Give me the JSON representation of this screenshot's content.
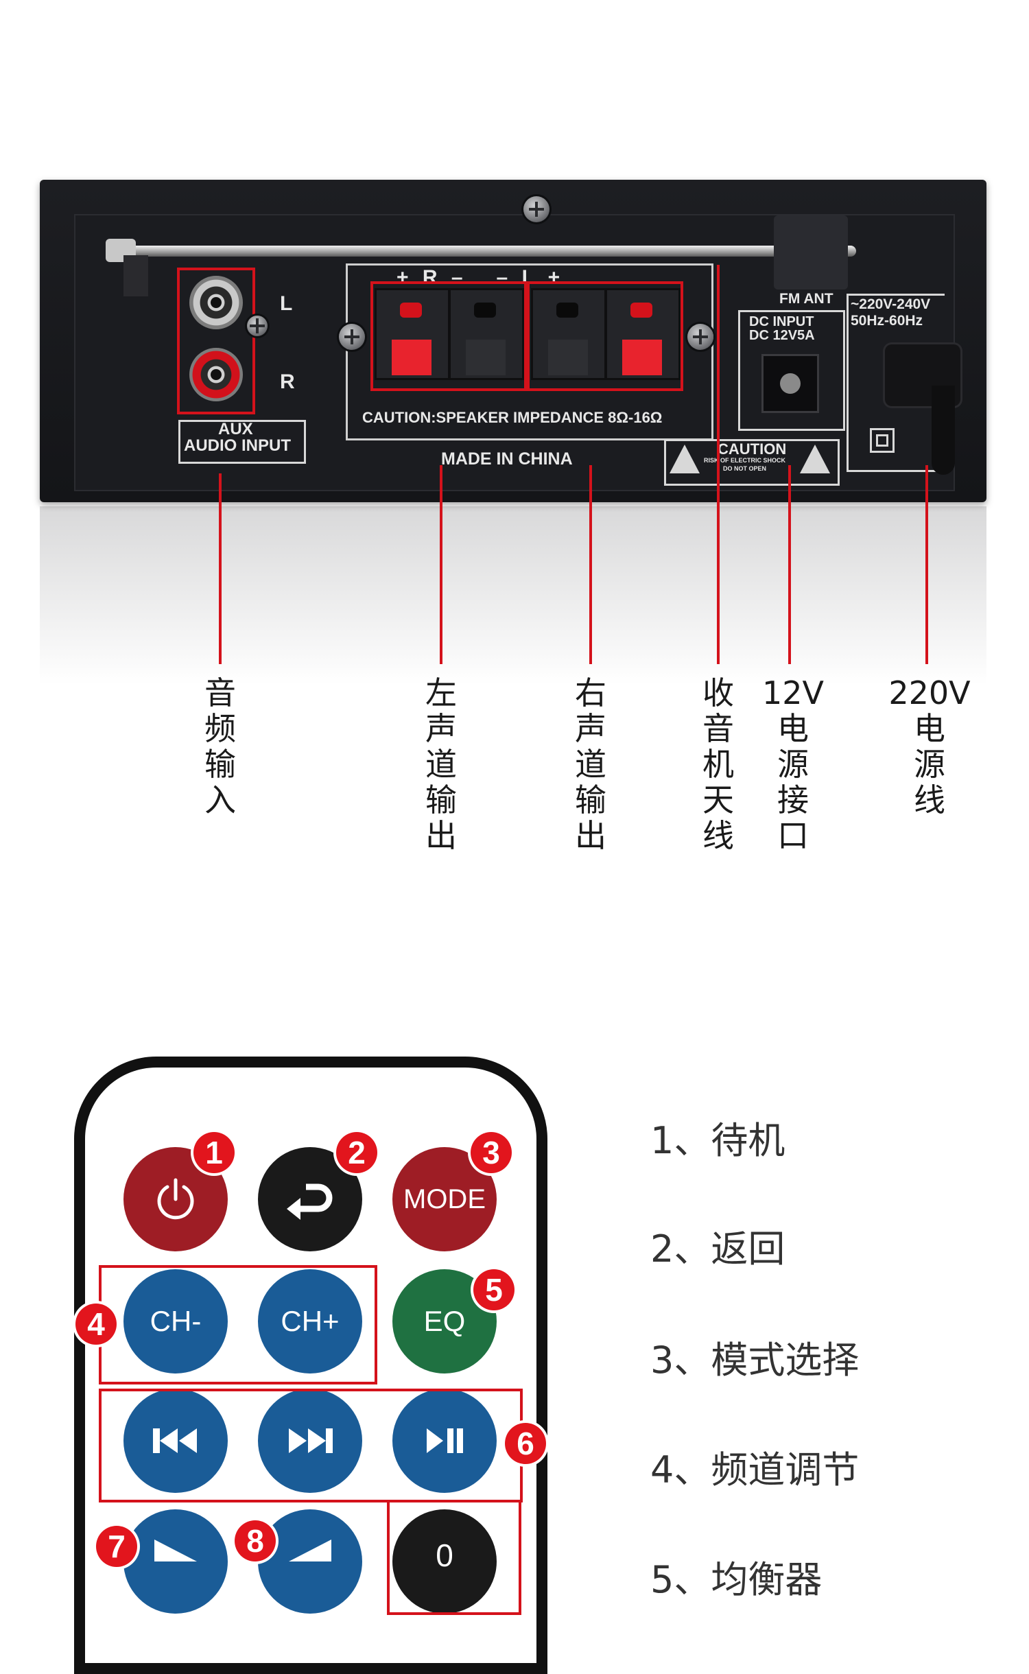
{
  "amplifier_panel": {
    "aux_label_line1": "AUX",
    "aux_label_line2": "AUDIO INPUT",
    "channel_l": "L",
    "channel_r": "R",
    "speaker_polarity": "+ R –   – L +",
    "caution_speaker": "CAUTION:SPEAKER IMPEDANCE 8Ω-16Ω",
    "made_in": "MADE IN CHINA",
    "fm_ant": "FM ANT",
    "dc_input_line1": "DC INPUT",
    "dc_input_line2": "DC 12V5A",
    "ac_spec_line1": "~220V-240V",
    "ac_spec_line2": "50Hz-60Hz",
    "caution_box": "CAUTION",
    "caution_small_line1": "RISK OF ELECTRIC SHOCK",
    "caution_small_line2": "DO NOT OPEN"
  },
  "callouts": [
    {
      "label": "音\n频\n输\n入"
    },
    {
      "label": "左\n声\n道\n输\n出"
    },
    {
      "label": "右\n声\n道\n输\n出"
    },
    {
      "label": "收\n音\n机\n天\n线"
    },
    {
      "label": "12V\n电\n源\n接\n口"
    },
    {
      "label": "220V\n电\n源\n线"
    }
  ],
  "remote": {
    "buttons": {
      "power": "",
      "back": "",
      "mode": "MODE",
      "ch_minus": "CH-",
      "ch_plus": "CH+",
      "eq": "EQ",
      "prev": "⏮",
      "next": "⏭",
      "play_pause": "⏯",
      "vol_down": "",
      "vol_up": "",
      "zero": "0"
    },
    "badges": [
      "1",
      "2",
      "3",
      "4",
      "5",
      "6",
      "7",
      "8"
    ]
  },
  "legend": [
    "1、待机",
    "2、返回",
    "3、模式选择",
    "4、频道调节",
    "5、均衡器"
  ],
  "colors": {
    "callout_red": "#d4121b",
    "button_crimson": "#9e1d25",
    "button_blue": "#1a5c97",
    "button_green": "#1f7141",
    "button_black": "#1a1a1a"
  }
}
